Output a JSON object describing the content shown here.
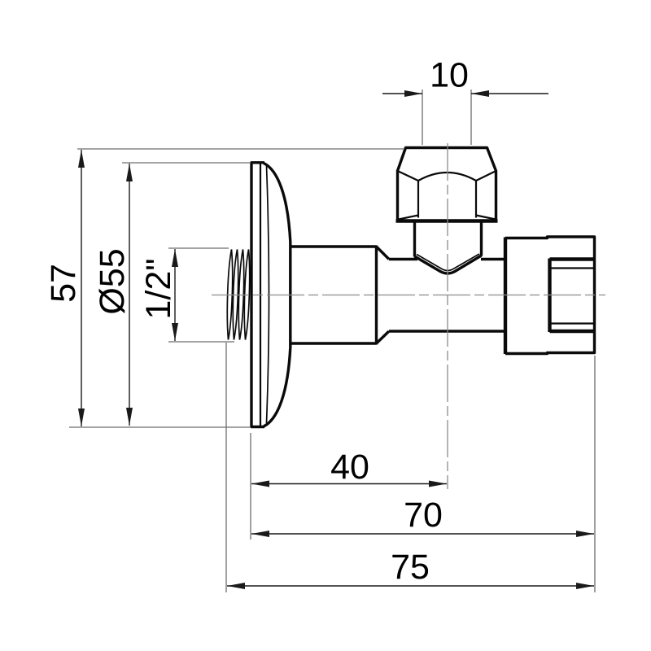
{
  "drawing": {
    "colors": {
      "outline": "#0a0a0a",
      "dimension": "#1a1a1a",
      "extension": "#6e6e6e",
      "centerline": "#8c8c8c",
      "text": "#000000",
      "background": "#ffffff"
    },
    "dimensions": {
      "nut_bore_width": {
        "label": "10"
      },
      "overall_height": {
        "label": "57"
      },
      "flange_diameter": {
        "label": "Ø55"
      },
      "thread_size": {
        "label": "1/2\""
      },
      "body_length": {
        "label": "40"
      },
      "length_to_outlet_end": {
        "label": "70"
      },
      "overall_length": {
        "label": "75"
      }
    }
  }
}
